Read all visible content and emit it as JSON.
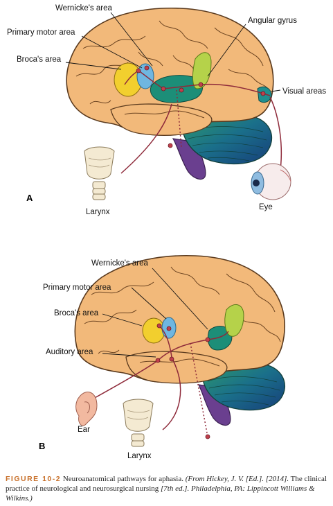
{
  "panelA": {
    "letter": "A",
    "labels": {
      "wernicke": "Wernicke's area",
      "primary_motor": "Primary motor area",
      "broca": "Broca's area",
      "angular": "Angular gyrus",
      "visual": "Visual areas",
      "larynx": "Larynx",
      "eye": "Eye"
    }
  },
  "panelB": {
    "letter": "B",
    "labels": {
      "wernicke": "Wernicke's area",
      "primary_motor": "Primary motor area",
      "broca": "Broca's area",
      "auditory": "Auditory area",
      "ear": "Ear",
      "larynx": "Larynx"
    }
  },
  "caption": {
    "figure": "FIGURE 10-2",
    "text": " Neuroanatomical pathways for aphasia. ",
    "source_open": "(From Hickey, J. V. [Ed.]. [2014].",
    "source_title": " The clinical practice of neurological and neurosurgical nursing ",
    "source_end": "[7th ed.]. Philadelphia, PA: Lippincott Williams & Wilkins.)"
  },
  "colors": {
    "cortex": "#f2b97a",
    "cortex_outline": "#5a3a1e",
    "cerebellum": "#1f7f6a",
    "brainstem": "#6a3f8f",
    "broca": "#f2cf2e",
    "motor": "#6fb6e0",
    "wernicke": "#1c8e78",
    "angular": "#b5d24a",
    "pathway": "#8e2a3a",
    "caption_accent": "#c8702a"
  }
}
